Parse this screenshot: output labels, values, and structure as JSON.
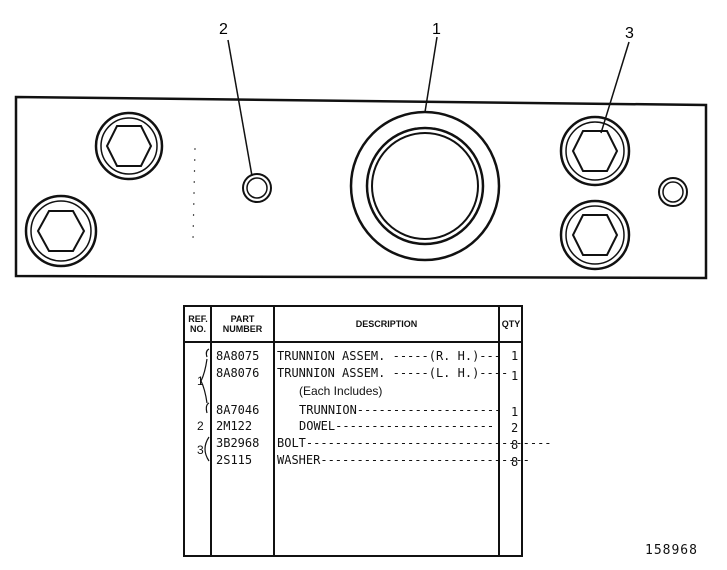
{
  "callouts": [
    "2",
    "1",
    "3"
  ],
  "table": {
    "headers": {
      "ref": "REF. NO.",
      "ref_line1": "REF.",
      "ref_line2": "NO.",
      "part_line1": "PART",
      "part_line2": "NUMBER",
      "description": "DESCRIPTION",
      "qty": "QTY"
    },
    "rows": [
      {
        "ref": "",
        "part": "8A8075",
        "description": "TRUNNION ASSEM. -----(R. H.)---",
        "qty": "1"
      },
      {
        "ref": "1",
        "part": "8A8076",
        "description": "TRUNNION ASSEM. -----(L. H.)----",
        "qty": "1"
      },
      {
        "ref": "",
        "part": "",
        "description": "(Each Includes)",
        "qty": ""
      },
      {
        "ref": "",
        "part": "8A7046",
        "description": "TRUNNION--------------------",
        "qty": "1"
      },
      {
        "ref": "2",
        "part": "2M122",
        "description": "DOWEL----------------------",
        "qty": "2"
      },
      {
        "ref": "3",
        "part": "3B2968",
        "description": "BOLT----------------------------------",
        "qty": "8"
      },
      {
        "ref": "",
        "part": "2S115",
        "description": "WASHER-----------------------------",
        "qty": "8"
      }
    ]
  },
  "figure_number": "158968"
}
